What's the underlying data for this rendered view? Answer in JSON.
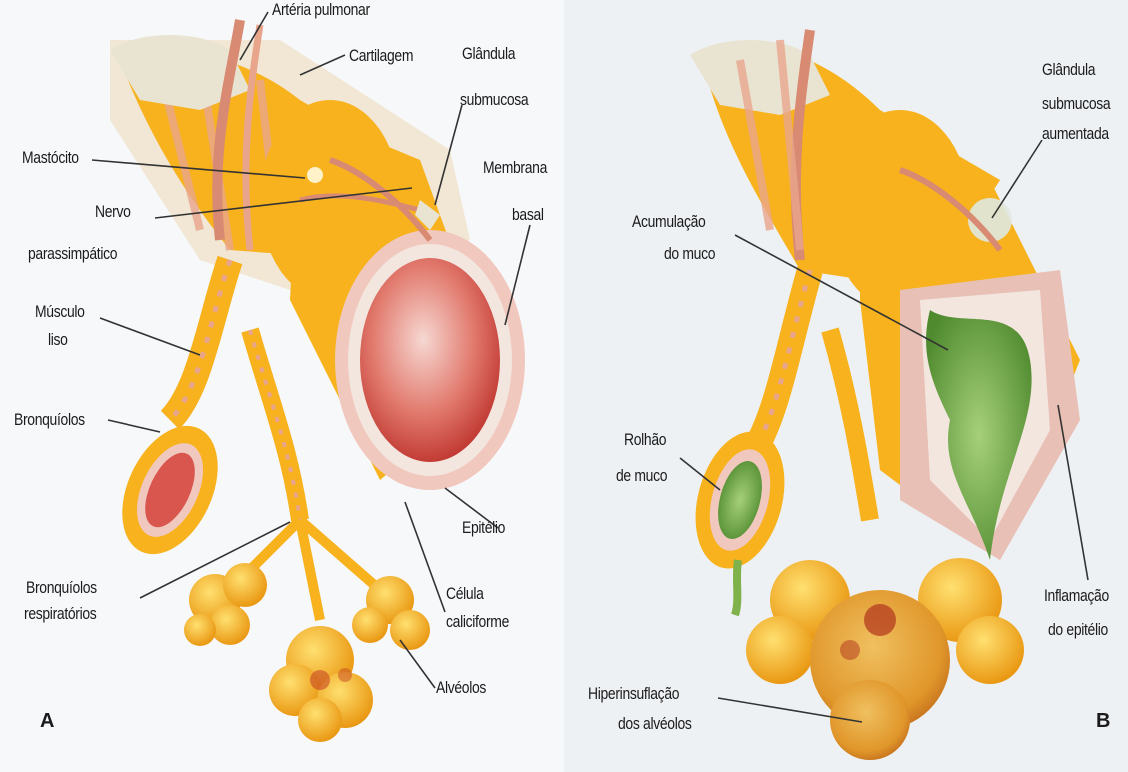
{
  "panels": {
    "a": {
      "letter": "A",
      "labels": {
        "arteria": "Artéria pulmonar",
        "cartilagem": "Cartilagem",
        "glandula_l1": "Glândula",
        "glandula_l2": "submucosa",
        "mastocito": "Mastócito",
        "membrana_l1": "Membrana",
        "membrana_l2": "basal",
        "nervo_l1": "Nervo",
        "nervo_l2": "parassimpático",
        "musculo_l1": "Músculo",
        "musculo_l2": "liso",
        "bronquiolos": "Bronquíolos",
        "epitelio": "Epitélio",
        "bresp_l1": "Bronquíolos",
        "bresp_l2": "respiratórios",
        "celula_l1": "Célula",
        "celula_l2": "caliciforme",
        "alveolos": "Alvéolos"
      }
    },
    "b": {
      "letter": "B",
      "labels": {
        "glandula_aum_l1": "Glândula",
        "glandula_aum_l2": "submucosa",
        "glandula_aum_l3": "aumentada",
        "acumulacao_l1": "Acumulação",
        "acumulacao_l2": "do muco",
        "rolhao_l1": "Rolhão",
        "rolhao_l2": "de muco",
        "inflamacao_l1": "Inflamação",
        "inflamacao_l2": "do epitélio",
        "hiper_l1": "Hiperinsuflação",
        "hiper_l2": "dos alvéolos"
      }
    }
  },
  "colors": {
    "airway": "#f7b21d",
    "airway_dark": "#e08a0c",
    "cartilage": "#e9e4d2",
    "artery": "#e9a58c",
    "lumen": "#d9564f",
    "mucosa": "#f1c8bd",
    "mucus": "#7fb24a",
    "leader": "#333333"
  }
}
